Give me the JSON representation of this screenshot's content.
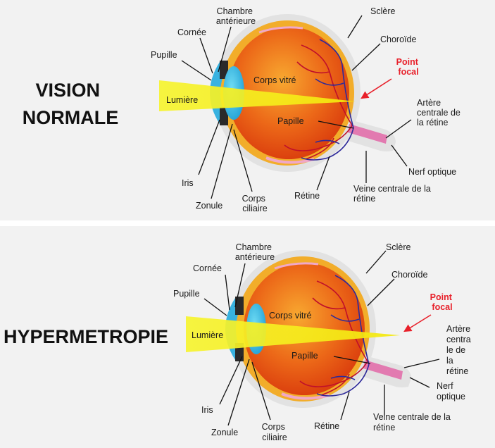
{
  "panels": [
    {
      "title_lines": [
        "VISION",
        "NORMALE"
      ],
      "labels": {
        "chambre": [
          "Chambre",
          "antérieure"
        ],
        "cornee": "Cornée",
        "pupille": "Pupille",
        "sclere": "Sclère",
        "choroide": "Choroïde",
        "point_focal": [
          "Point",
          "focal"
        ],
        "corps_vitre": "Corps vitré",
        "lumiere": "Lumière",
        "papille": "Papille",
        "artere": [
          "Artère",
          "centrale de",
          "la rétine"
        ],
        "nerf": [
          "Nerf optique"
        ],
        "veine": [
          "Veine centrale de la",
          "rétine"
        ],
        "retine": "Rétine",
        "iris": "Iris",
        "zonule": "Zonule",
        "corps_ciliaire": [
          "Corps",
          "ciliaire"
        ]
      }
    },
    {
      "title_lines": [
        "HYPERMETROPIE"
      ],
      "labels": {
        "chambre": [
          "Chambre",
          "antérieure"
        ],
        "cornee": "Cornée",
        "pupille": "Pupille",
        "sclere": "Sclère",
        "choroide": "Choroïde",
        "point_focal": [
          "Point",
          "focal"
        ],
        "corps_vitre": "Corps vitré",
        "lumiere": "Lumière",
        "papille": "Papille",
        "artere": [
          "Artère",
          "centra",
          "le de",
          "la",
          "rétine"
        ],
        "nerf": [
          "Nerf",
          "optique"
        ],
        "veine": [
          "Veine centrale de la",
          "rétine"
        ],
        "retine": "Rétine",
        "iris": "Iris",
        "zonule": "Zonule",
        "corps_ciliaire": [
          "Corps",
          "ciliaire"
        ]
      }
    }
  ],
  "colors": {
    "background": "#f2f2f2",
    "divider": "#ffffff",
    "sclera": "#e2e2e2",
    "choroid": "#f2ad2a",
    "vitreous": "#e8500f",
    "light_beam": "#f6f21a",
    "focal_label": "#e8202a",
    "cornea": "#38b2e0",
    "lens": "#34c2e8",
    "vessel_red": "#c0102a",
    "vessel_blue": "#2e2a9a",
    "retina_pink": "#f0a8c8"
  },
  "icons": {
    "arrow": "red-arrow-icon"
  }
}
